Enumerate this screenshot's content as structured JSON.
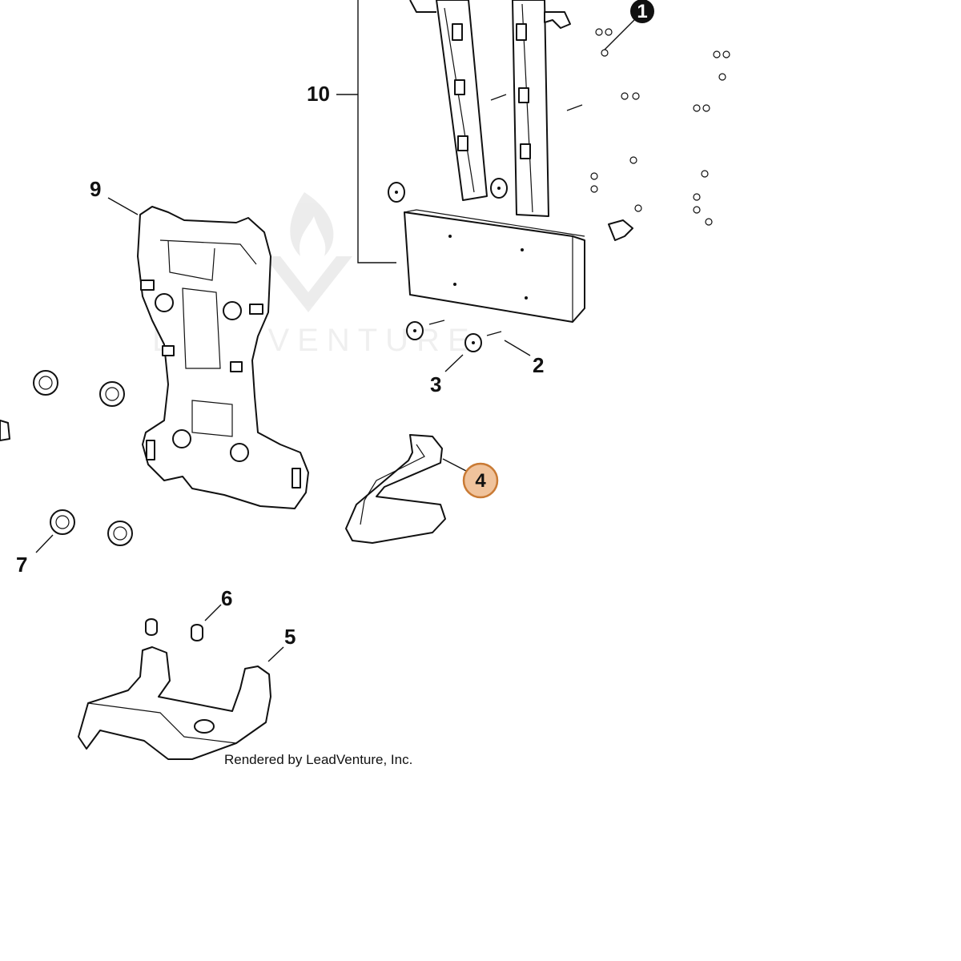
{
  "labels": {
    "l1": "1",
    "l2": "2",
    "l3": "3",
    "l4": "4",
    "l5": "5",
    "l6": "6",
    "l7": "7",
    "l9": "9",
    "l10": "10"
  },
  "highlight": {
    "callout": "4",
    "fill": "#f0c39c",
    "stroke": "#c97a34"
  },
  "watermark": "LEADVENTURE",
  "credit": "Rendered by LeadVenture, Inc."
}
